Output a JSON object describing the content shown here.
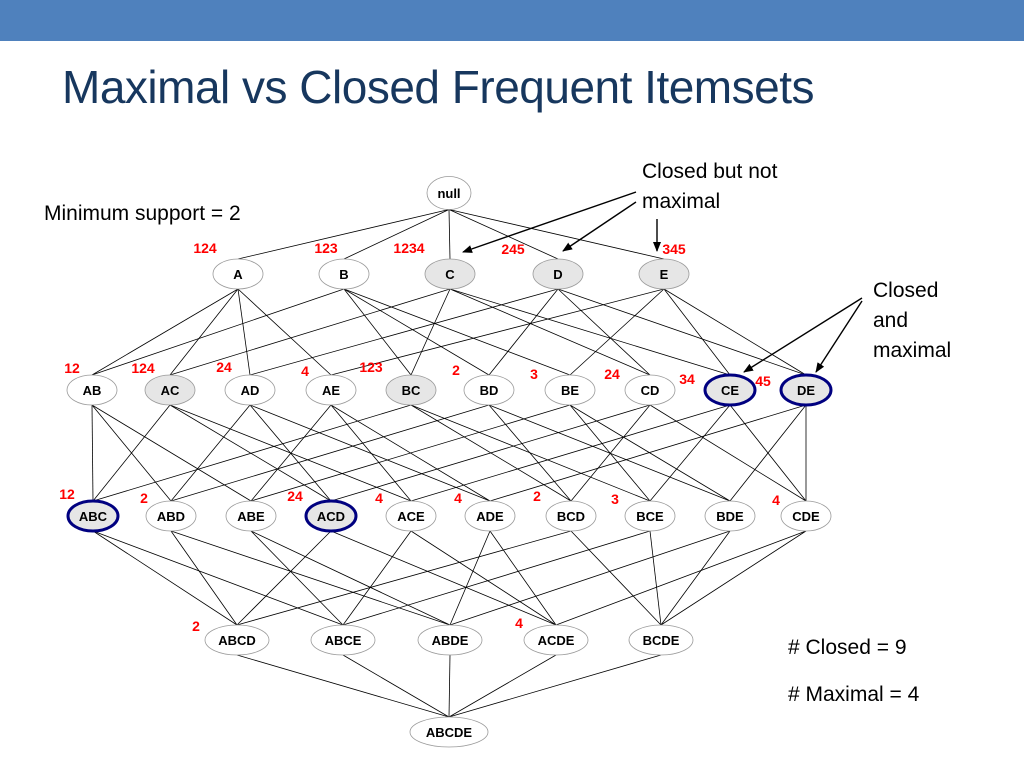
{
  "title": "Maximal vs Closed Frequent Itemsets",
  "minimum_support_text": "Minimum support = 2",
  "callouts": {
    "closed_not_maximal": [
      "Closed but not",
      "maximal"
    ],
    "closed_and_maximal": [
      "Closed",
      "and",
      "maximal"
    ]
  },
  "stats": {
    "closed": "# Closed = 9",
    "maximal": "# Maximal = 4"
  },
  "colors": {
    "top_bar": "#4f81bd",
    "title": "#17375e",
    "tid_text": "#ff0000",
    "highlight_fill": "#e6e6e6",
    "maximal_border": "#000080"
  },
  "lattice": {
    "root": "null",
    "nodes": [
      {
        "id": "A",
        "tids": "124",
        "status": "none"
      },
      {
        "id": "B",
        "tids": "123",
        "status": "none"
      },
      {
        "id": "C",
        "tids": "1234",
        "status": "closed"
      },
      {
        "id": "D",
        "tids": "245",
        "status": "closed"
      },
      {
        "id": "E",
        "tids": "345",
        "status": "closed"
      },
      {
        "id": "AB",
        "tids": "12",
        "status": "none"
      },
      {
        "id": "AC",
        "tids": "124",
        "status": "closed"
      },
      {
        "id": "AD",
        "tids": "24",
        "status": "none"
      },
      {
        "id": "AE",
        "tids": "4",
        "status": "none"
      },
      {
        "id": "BC",
        "tids": "123",
        "status": "closed"
      },
      {
        "id": "BD",
        "tids": "2",
        "status": "none"
      },
      {
        "id": "BE",
        "tids": "3",
        "status": "none"
      },
      {
        "id": "CD",
        "tids": "24",
        "status": "none"
      },
      {
        "id": "CE",
        "tids": "34",
        "status": "maximal"
      },
      {
        "id": "DE",
        "tids": "45",
        "status": "maximal"
      },
      {
        "id": "ABC",
        "tids": "12",
        "status": "maximal"
      },
      {
        "id": "ABD",
        "tids": "2",
        "status": "none"
      },
      {
        "id": "ABE",
        "tids": "",
        "status": "none"
      },
      {
        "id": "ACD",
        "tids": "24",
        "status": "maximal"
      },
      {
        "id": "ACE",
        "tids": "4",
        "status": "none"
      },
      {
        "id": "ADE",
        "tids": "4",
        "status": "none"
      },
      {
        "id": "BCD",
        "tids": "2",
        "status": "none"
      },
      {
        "id": "BCE",
        "tids": "3",
        "status": "none"
      },
      {
        "id": "BDE",
        "tids": "",
        "status": "none"
      },
      {
        "id": "CDE",
        "tids": "4",
        "status": "none"
      },
      {
        "id": "ABCD",
        "tids": "2",
        "status": "none"
      },
      {
        "id": "ABCE",
        "tids": "",
        "status": "none"
      },
      {
        "id": "ABDE",
        "tids": "",
        "status": "none"
      },
      {
        "id": "ACDE",
        "tids": "4",
        "status": "none"
      },
      {
        "id": "BCDE",
        "tids": "",
        "status": "none"
      },
      {
        "id": "ABCDE",
        "tids": "",
        "status": "none"
      }
    ]
  }
}
